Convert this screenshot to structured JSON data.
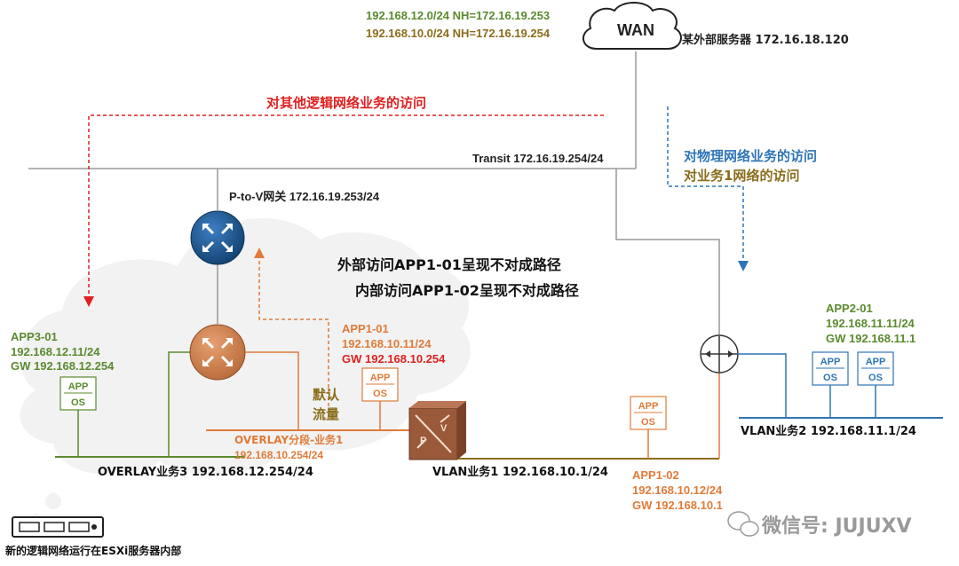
{
  "wan": {
    "label": "WAN",
    "route_green": "192.168.12.0/24 NH=172.16.19.253",
    "route_olive": "192.168.10.0/24 NH=172.16.19.254",
    "external_server": "某外部服务器 172.16.18.120"
  },
  "transit_label": "Transit 172.16.19.254/24",
  "red_path_label": "对其他逻辑网络业务的访问",
  "blue_path_label": "对物理网络业务的访问",
  "olive_path_label": "对业务1网络的访问",
  "gateway_label": "P-to-V网关 172.16.19.253/24",
  "warning_line1": "外部访问APP1-01呈现不对成路径",
  "warning_line2": "内部访问APP1-02呈现不对成路径",
  "default_traffic": [
    "默认",
    "流量"
  ],
  "app3": {
    "name": "APP3-01",
    "ip": "192.168.12.11/24",
    "gw": "GW 192.168.12.254"
  },
  "app1_01": {
    "name": "APP1-01",
    "ip": "192.168.10.11/24",
    "gw": "GW 192.168.10.254"
  },
  "app1_02": {
    "name": "APP1-02",
    "ip": "192.168.10.12/24",
    "gw": "GW 192.168.10.1"
  },
  "app2": {
    "name": "APP2-01",
    "ip": "192.168.11.11/24",
    "gw": "GW 192.168.11.1"
  },
  "app_icon": {
    "top": "APP",
    "bottom": "OS"
  },
  "overlay_segment": [
    "OVERLAY分段-业务1",
    "192.168.10.254/24"
  ],
  "overlay3_label": "OVERLAY业务3 192.168.12.254/24",
  "vlan1_label": "VLAN业务1 192.168.10.1/24",
  "vlan2_label": "VLAN业务2 192.168.11.1/24",
  "esxi_label": "新的逻辑网络运行在ESXi服务器内部",
  "watermark": "微信号: JUJUXV",
  "colors": {
    "green": "#5a8a2e",
    "olive": "#8a6d1a",
    "orange": "#e07b39",
    "red": "#e02020",
    "blue": "#2e75b6",
    "dark_blue": "#1f4e79",
    "gray": "#888888"
  }
}
